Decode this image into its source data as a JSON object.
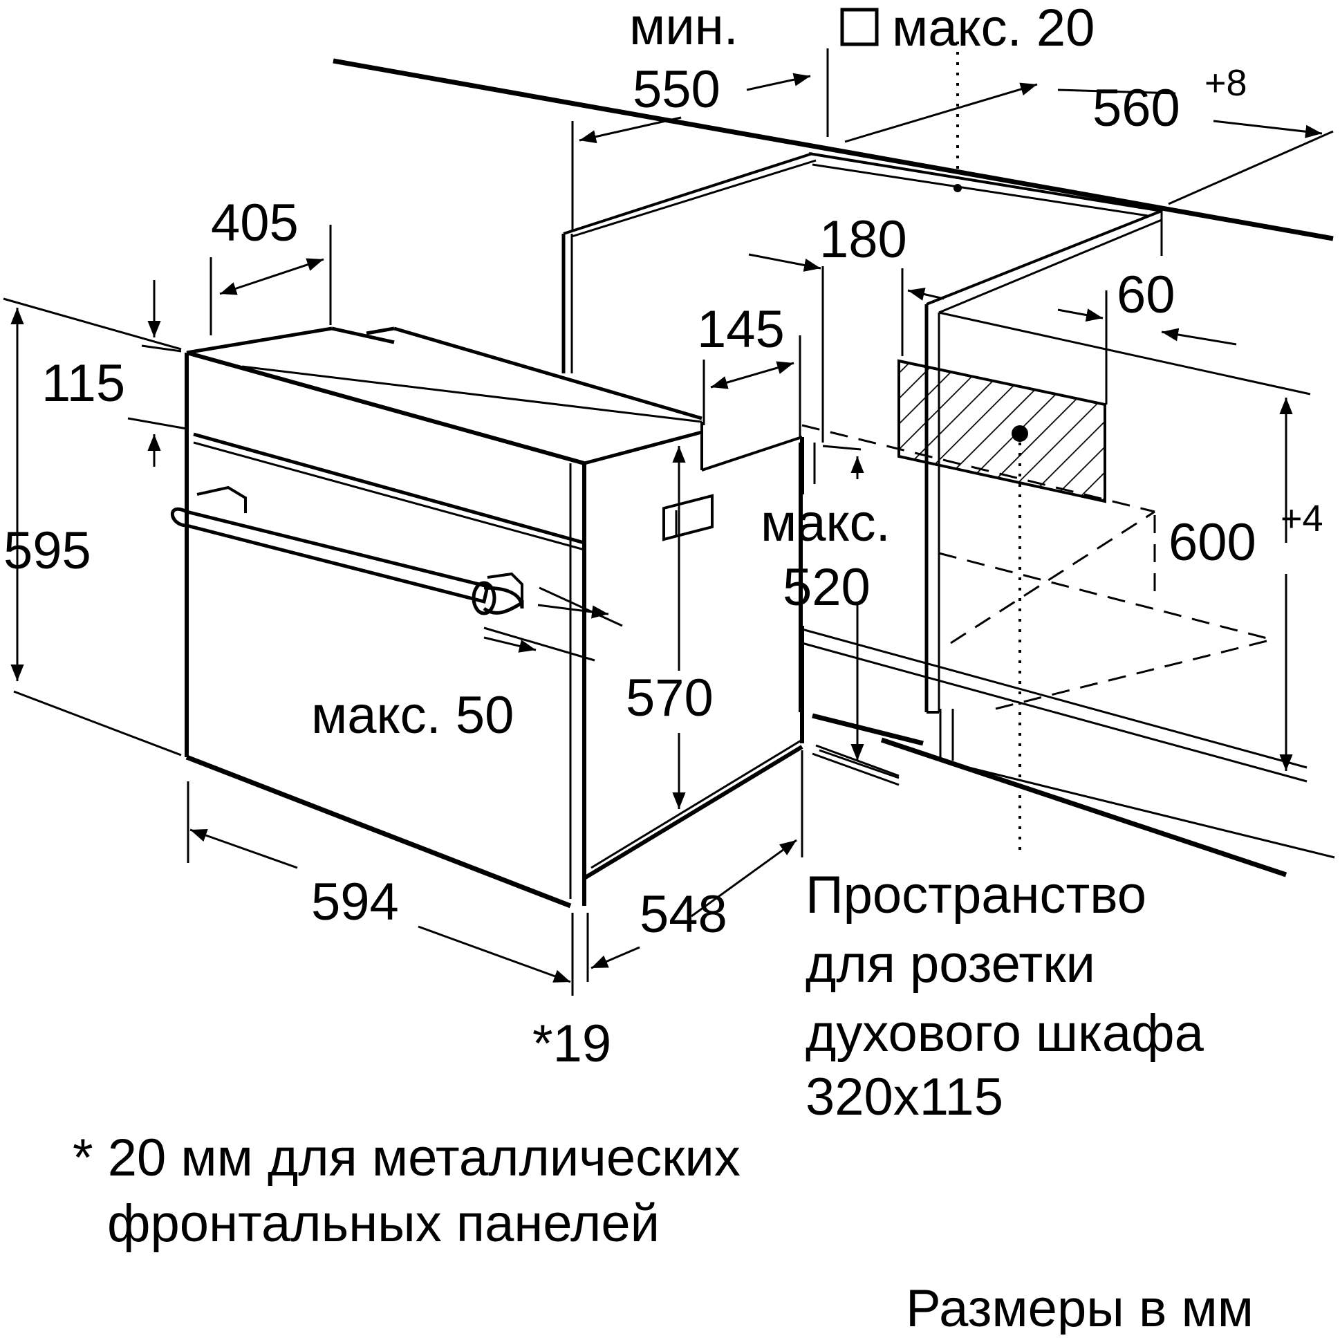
{
  "colors": {
    "ink": "#000000",
    "background": "#ffffff"
  },
  "labels": {
    "min": "мин.",
    "min_value": "550",
    "max20": "макс. 20",
    "v560": "560",
    "v560_tol": "+8",
    "v405": "405",
    "v180": "180",
    "v60": "60",
    "v145": "145",
    "v115": "115",
    "v595": "595",
    "v600": "600",
    "v600_tol": "+4",
    "max520_a": "макс.",
    "max520_b": "520",
    "v570": "570",
    "max50": "макс. 50",
    "v594": "594",
    "v548": "548",
    "v19": "*19"
  },
  "socket_note": [
    "Пространство",
    "для розетки",
    "духового шкафа",
    "320x115"
  ],
  "footnote": [
    "* 20 мм для металлических",
    "фронтальных панелей"
  ],
  "units": "Размеры в мм"
}
